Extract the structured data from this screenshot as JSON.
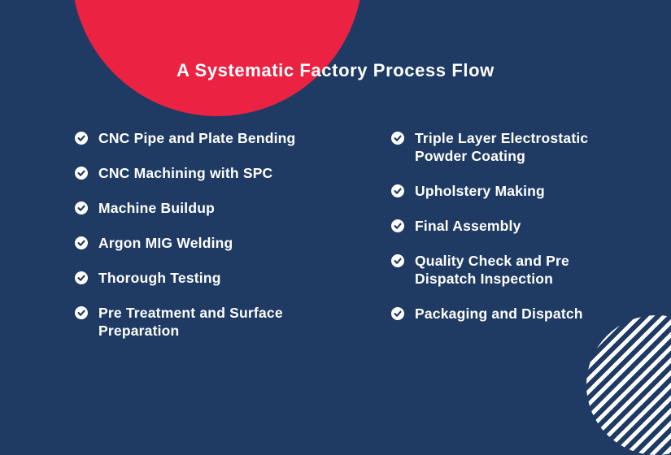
{
  "title": "A Systematic Factory Process Flow",
  "colors": {
    "background": "#1F3B63",
    "accent": "#EC2243",
    "text": "#FFFFFF"
  },
  "lists": {
    "left": [
      "CNC Pipe and Plate Bending",
      "CNC Machining with SPC",
      "Machine Buildup",
      "Argon MIG Welding",
      "Thorough Testing",
      "Pre Treatment and Surface\nPreparation"
    ],
    "right": [
      "Triple Layer Electrostatic\nPowder Coating",
      "Upholstery Making",
      "Final Assembly",
      "Quality Check and Pre\nDispatch Inspection",
      "Packaging and Dispatch"
    ]
  },
  "icons": {
    "list_marker": "check-circle"
  }
}
